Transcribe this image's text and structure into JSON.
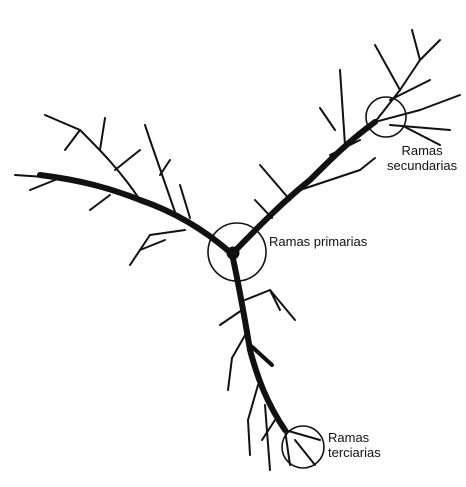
{
  "labels": {
    "primary": "Ramas primarias",
    "secondary_line1": "Ramas",
    "secondary_line2": "secundarias",
    "tertiary_line1": "Ramas",
    "tertiary_line2": "terciarias"
  },
  "colors": {
    "stroke": "#111111",
    "background": "#ffffff"
  }
}
